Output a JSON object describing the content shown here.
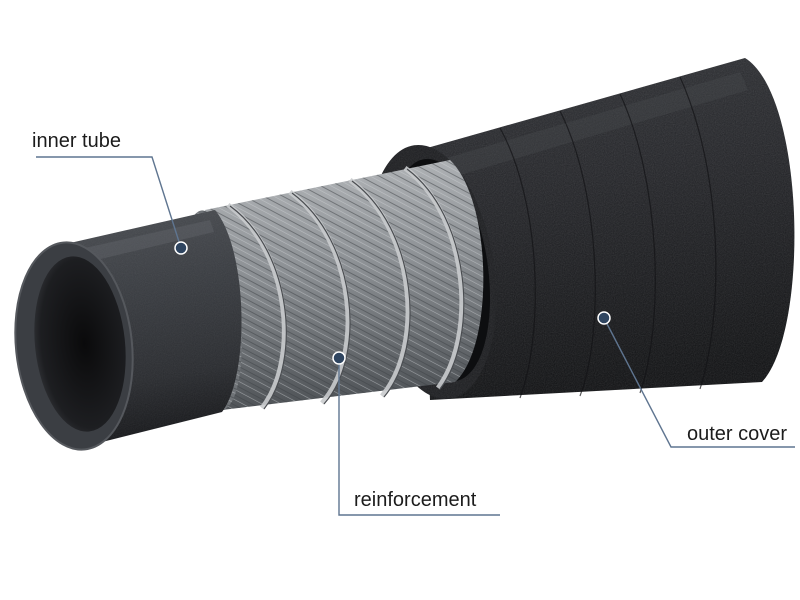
{
  "labels": {
    "inner_tube": "inner tube",
    "reinforcement": "reinforcement",
    "outer_cover": "outer cover"
  },
  "colors": {
    "leader_line": "#5f7590",
    "dot": "#2f4560",
    "rubber": "#2a2c30",
    "wire": "#8e9296"
  }
}
